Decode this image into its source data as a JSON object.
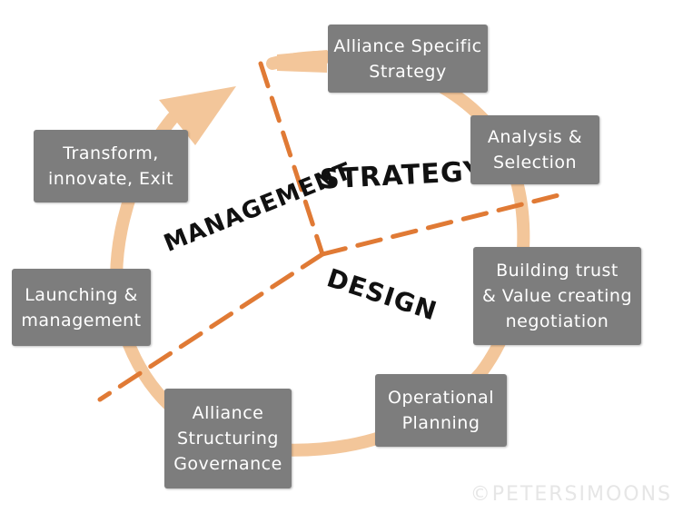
{
  "colors": {
    "cycle_arrow": "#f3c69a",
    "divider": "#e07a35",
    "box": "#7d7d7d",
    "box_text": "#ffffff",
    "zone_text": "#111111"
  },
  "zones": {
    "strategy": "STRATEGY",
    "design": "DESIGN",
    "management": "MANAGEMENT"
  },
  "steps": [
    {
      "label": "Alliance Specific\nStrategy"
    },
    {
      "label": "Analysis &\nSelection"
    },
    {
      "label": "Building trust\n& Value creating\nnegotiation"
    },
    {
      "label": "Operational\nPlanning"
    },
    {
      "label": "Alliance\nStructuring\nGovernance"
    },
    {
      "label": "Launching &\nmanagement"
    },
    {
      "label": "Transform,\ninnovate, Exit"
    }
  ],
  "watermark": "©PETERSIMOONS"
}
